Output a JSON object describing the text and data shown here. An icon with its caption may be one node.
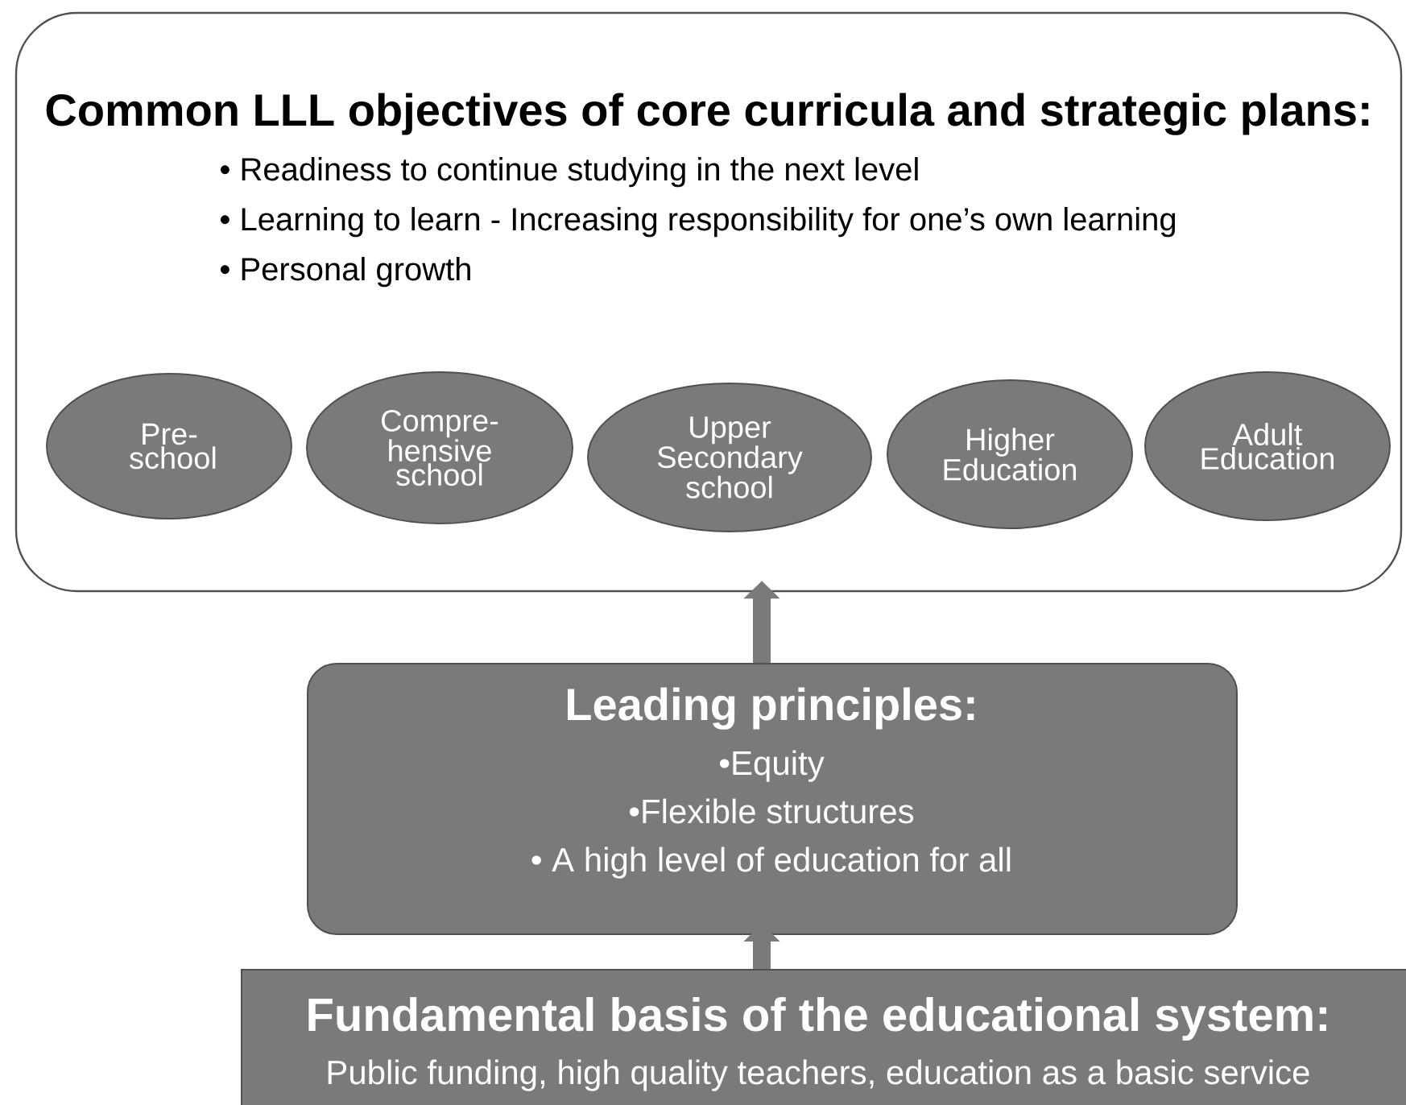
{
  "diagram": {
    "nodes": [
      {
        "text": [
          "Common LLL objectives of core curricula and strategic plans:",
          "• Readiness to continue studying in the next level",
          "• Learning to learn - Increasing responsibility for one’s own learning",
          "• Personal growth"
        ]
      },
      {
        "text": [
          "Pre- school"
        ],
        "in": 0
      },
      {
        "text": [
          "Compre- hensive school"
        ],
        "in": 0
      },
      {
        "text": [
          "Upper Secondary school"
        ],
        "in": 0
      },
      {
        "text": [
          "Higher Education"
        ],
        "in": 0
      },
      {
        "text": [
          "Adult Education"
        ],
        "in": 0
      },
      {
        "text": [
          "Leading principles:",
          "•Equity",
          "•Flexible structures",
          "• A high level of education for all"
        ]
      },
      {
        "text": [
          "Fundamental basis of the educational system:",
          "Public funding, high quality teachers, education as a basic service"
        ]
      }
    ],
    "edges": [
      {
        "from": 6,
        "to": 0,
        "arrow": "to"
      },
      {
        "from": 7,
        "to": 6,
        "arrow": "to"
      }
    ]
  }
}
